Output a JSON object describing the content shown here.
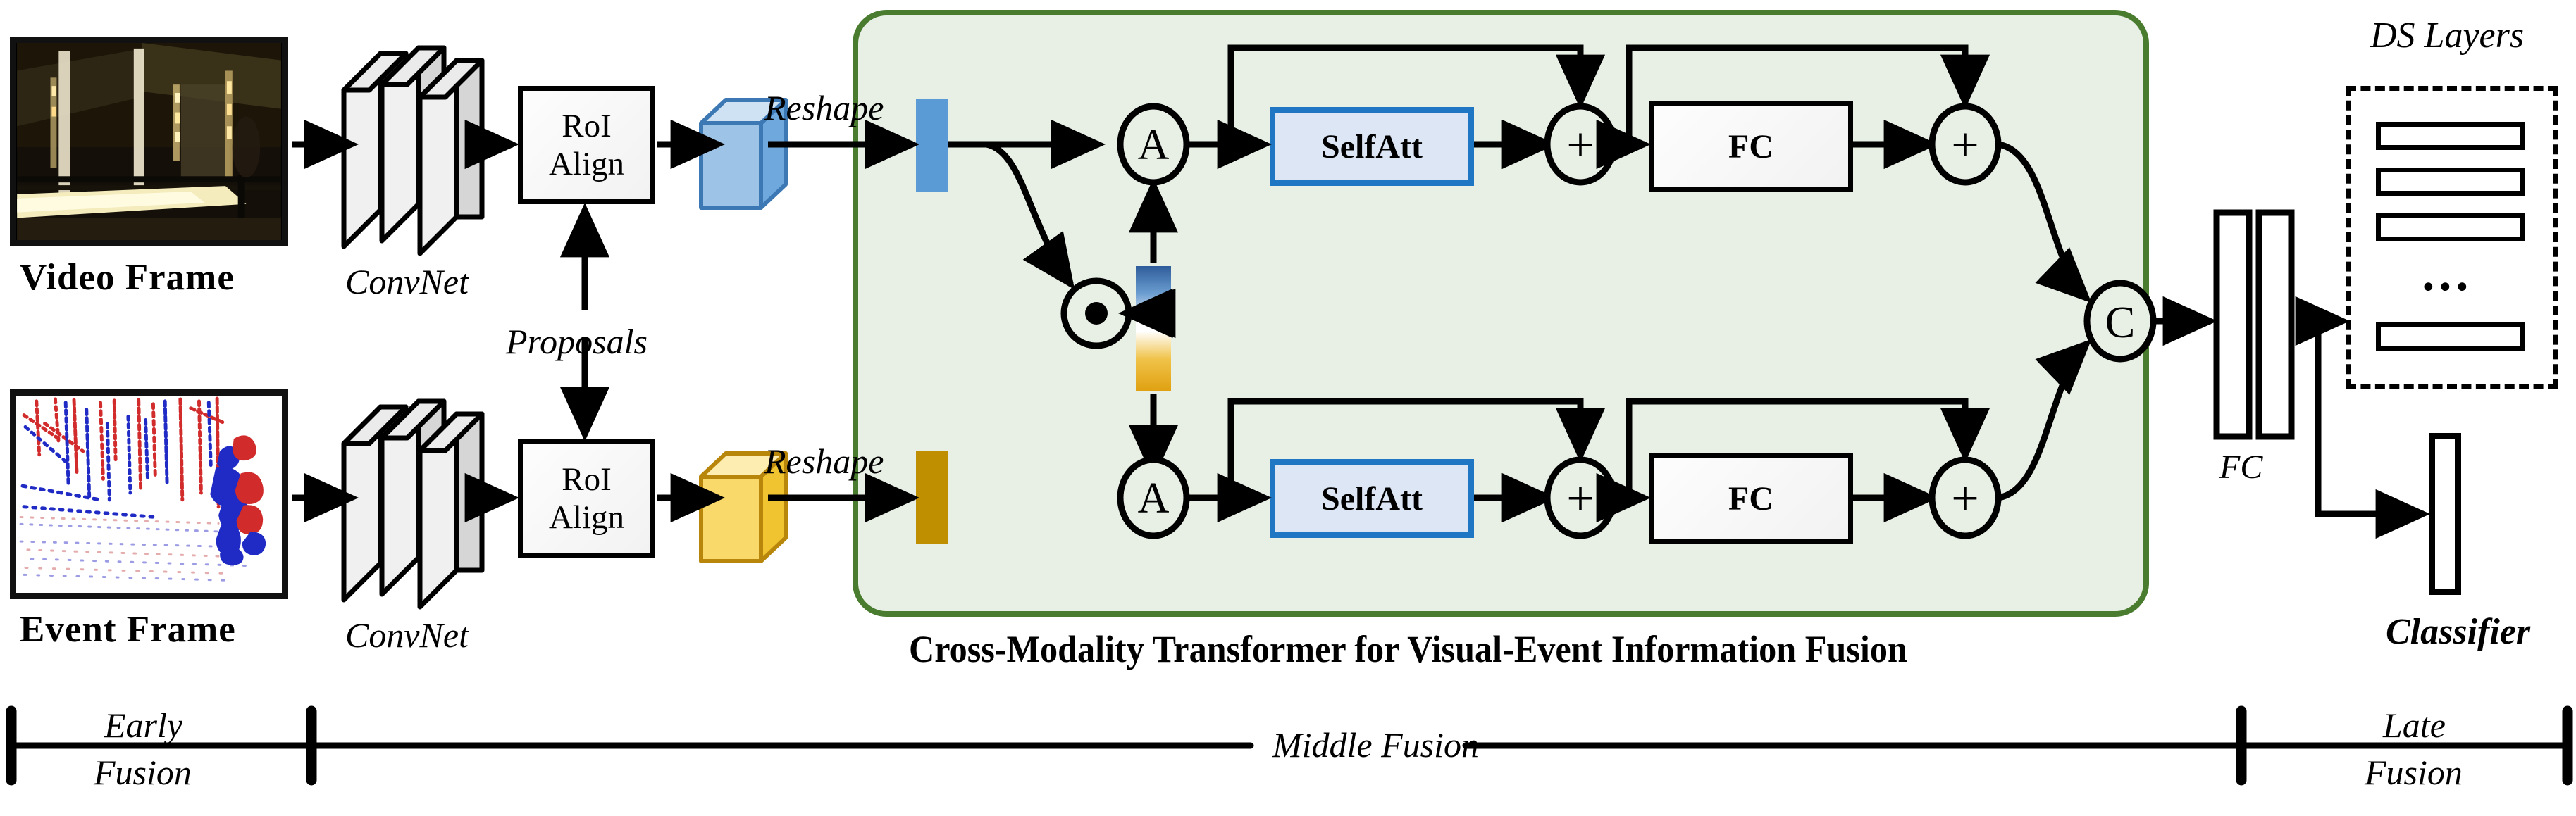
{
  "figure": {
    "caption": "Cross-Modality Transformer for Visual-Event Information Fusion",
    "colors": {
      "panel_fill": "#E8F0E6",
      "panel_border": "#4A7C2F",
      "video_accent": "#5B9BD5",
      "event_accent": "#BF8F00",
      "selfatt_border": "#1F77C4",
      "selfatt_fill": "#DCE6F5",
      "line": "#000000"
    }
  },
  "inputs": {
    "video": {
      "label": "Video Frame",
      "backbone": "ConvNet"
    },
    "event": {
      "label": "Event Frame",
      "backbone": "ConvNet"
    }
  },
  "roi": {
    "video_label": "RoI\nAlign",
    "video_line1": "RoI",
    "video_line2": "Align",
    "event_line1": "RoI",
    "event_line2": "Align",
    "proposals_label": "Proposals"
  },
  "reshape": {
    "video_label": "Reshape",
    "event_label": "Reshape"
  },
  "transformer": {
    "attention_node": "A",
    "multiply_node": "⊙",
    "add_node": "+",
    "concat_node": "C",
    "selfatt_label": "SelfAtt",
    "fc_label": "FC",
    "branches": [
      {
        "name": "visual-branch",
        "attention": "A",
        "selfatt": "SelfAtt",
        "add1": "+",
        "fc": "FC",
        "add2": "+"
      },
      {
        "name": "event-branch",
        "attention": "A",
        "selfatt": "SelfAtt",
        "add1": "+",
        "fc": "FC",
        "add2": "+"
      }
    ]
  },
  "head": {
    "fc_label": "FC",
    "ds_layers_label": "DS Layers",
    "ds_ellipsis": "...",
    "ds_layer_count": 4,
    "classifier_label": "Classifier"
  },
  "fusion_axis": {
    "stages": [
      {
        "id": "early",
        "line1": "Early",
        "line2": "Fusion"
      },
      {
        "id": "middle",
        "line1": "Middle Fusion",
        "line2": ""
      },
      {
        "id": "late",
        "line1": "Late",
        "line2": "Fusion"
      }
    ]
  }
}
